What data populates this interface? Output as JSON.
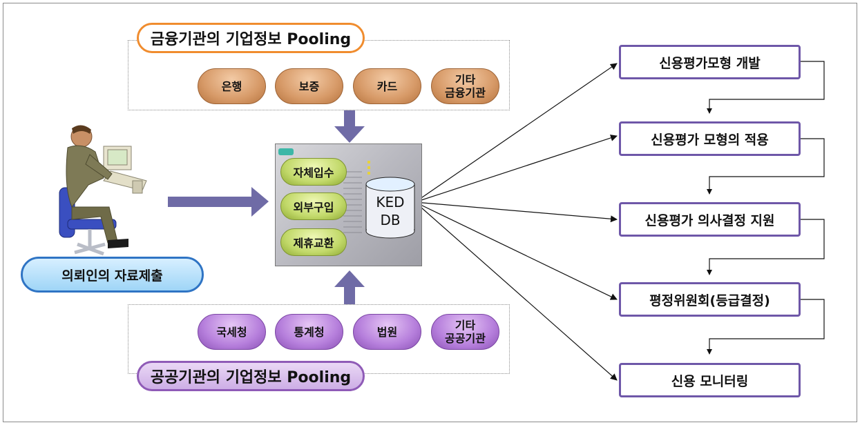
{
  "financial_pooling": {
    "title": "금융기관의 기업정보 Pooling",
    "sources": [
      {
        "label": "은행"
      },
      {
        "label": "보증"
      },
      {
        "label": "카드"
      },
      {
        "label": "기타\n금융기관"
      }
    ]
  },
  "public_pooling": {
    "title": "공공기관의 기업정보 Pooling",
    "sources": [
      {
        "label": "국세청"
      },
      {
        "label": "통계청"
      },
      {
        "label": "법원"
      },
      {
        "label": "기타\n공공기관"
      }
    ]
  },
  "requester": {
    "label": "의뢰인의 자료제출"
  },
  "database": {
    "channels": [
      "자체입수",
      "외부구입",
      "제휴교환"
    ],
    "name_line1": "KED",
    "name_line2": "DB"
  },
  "process_steps": [
    {
      "label": "신용평가모형 개발"
    },
    {
      "label": "신용평가 모형의 적용"
    },
    {
      "label": "신용평가 의사결정 지원"
    },
    {
      "label": "평정위원회(등급결정)"
    },
    {
      "label": "신용 모니터링"
    }
  ],
  "colors": {
    "financial_accent": "#f08c2e",
    "public_accent": "#8f5bb7",
    "requester_accent": "#2f74c4",
    "step_border": "#6e57a8",
    "arrow": "#6f6ba6"
  }
}
